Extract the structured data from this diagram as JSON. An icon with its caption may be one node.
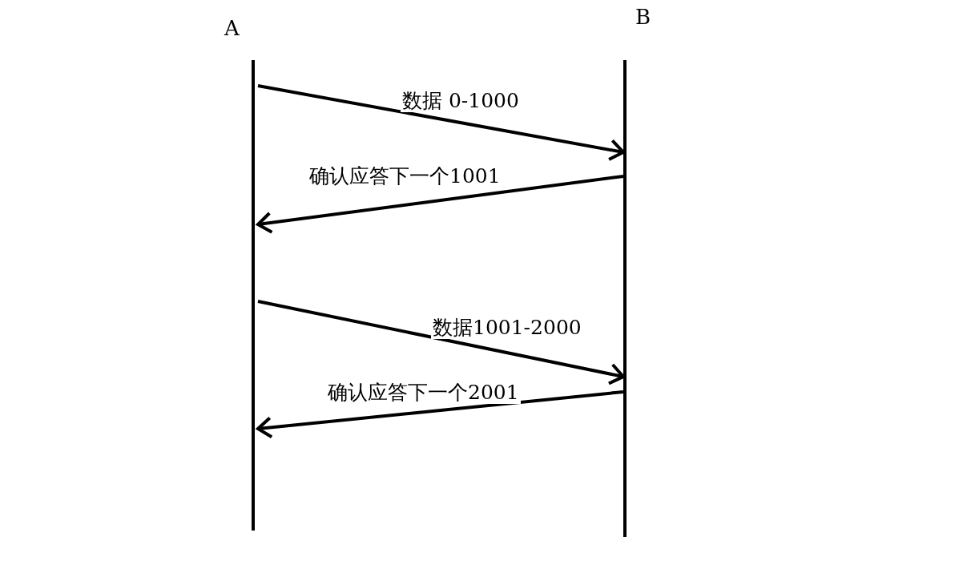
{
  "diagram": {
    "nodes": [
      {
        "text": [
          "A"
        ]
      },
      {
        "text": [
          "B"
        ]
      }
    ],
    "edges": [
      {
        "from": 0,
        "to": 1,
        "arrow": "to",
        "label": "数据 0-1000"
      },
      {
        "from": 1,
        "to": 0,
        "arrow": "to",
        "label": "确认应答下一个1001"
      },
      {
        "from": 0,
        "to": 1,
        "arrow": "to",
        "label": "数据1001-2000"
      },
      {
        "from": 1,
        "to": 0,
        "arrow": "to",
        "label": "确认应答下一个2001"
      }
    ]
  }
}
